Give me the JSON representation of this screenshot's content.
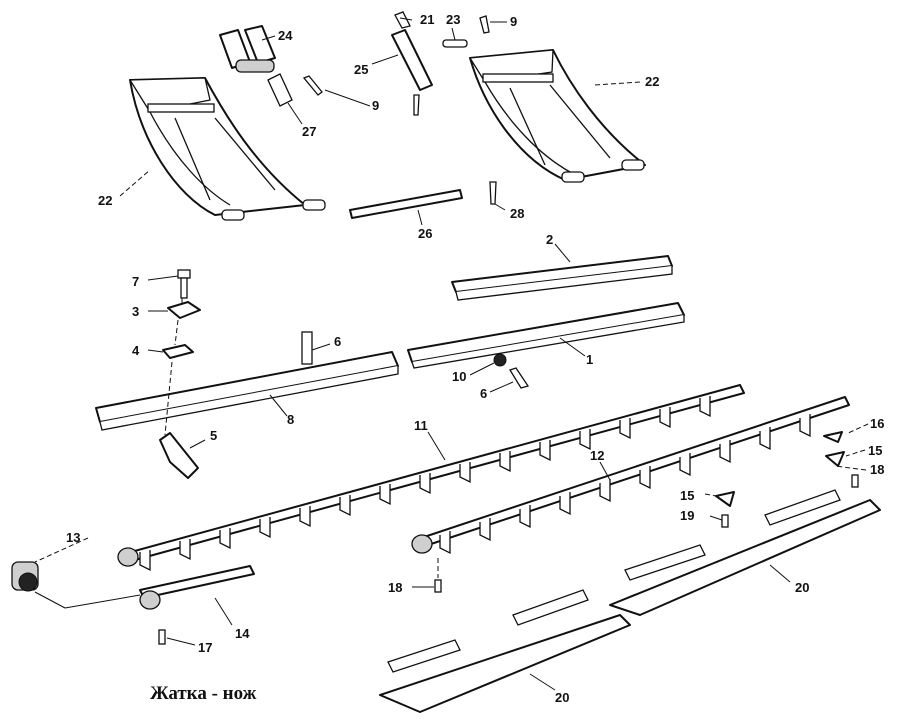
{
  "caption": "Жатка - нож",
  "labels": {
    "l1": "1",
    "l2": "2",
    "l3": "3",
    "l4": "4",
    "l5": "5",
    "l6a": "6",
    "l6b": "6",
    "l7": "7",
    "l8": "8",
    "l9a": "9",
    "l9b": "9",
    "l10": "10",
    "l11": "11",
    "l12": "12",
    "l13": "13",
    "l14": "14",
    "l15a": "15",
    "l15b": "15",
    "l16": "16",
    "l17": "17",
    "l18a": "18",
    "l18b": "18",
    "l19": "19",
    "l20a": "20",
    "l20b": "20",
    "l21": "21",
    "l22a": "22",
    "l22b": "22",
    "l23": "23",
    "l24": "24",
    "l25": "25",
    "l26": "26",
    "l27": "27",
    "l28": "28"
  }
}
